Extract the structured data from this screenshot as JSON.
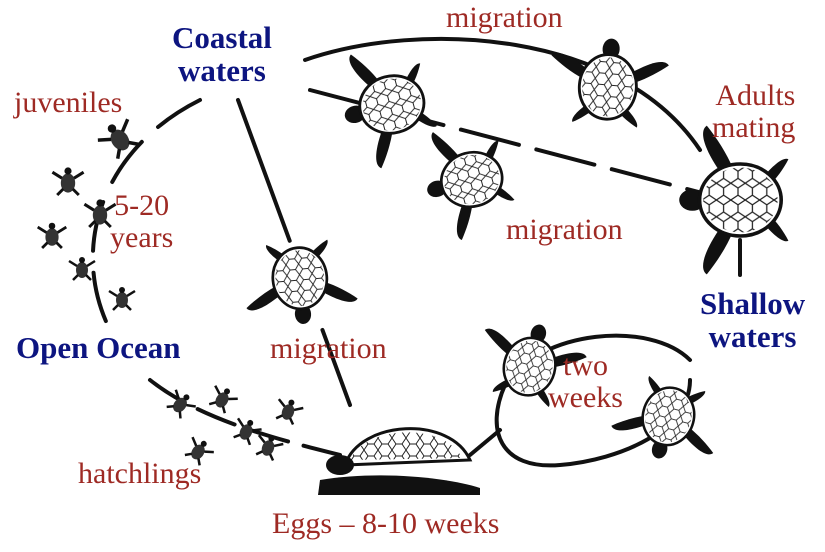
{
  "labels": {
    "coastal_waters": [
      "Coastal",
      "waters"
    ],
    "migration_top": "migration",
    "adults_mating": [
      "Adults",
      "mating"
    ],
    "juveniles": "juveniles",
    "years": [
      "5-20",
      "years"
    ],
    "migration_mid": "migration",
    "migration_center": "migration",
    "shallow_waters": [
      "Shallow",
      "waters"
    ],
    "open_ocean": "Open Ocean",
    "two_weeks": [
      "two",
      "weeks"
    ],
    "hatchlings": "hatchlings",
    "eggs": "Eggs – 8-10 weeks"
  },
  "colors": {
    "place_label": "#0d1580",
    "stage_label": "#9e2a24",
    "line": "#111111"
  }
}
